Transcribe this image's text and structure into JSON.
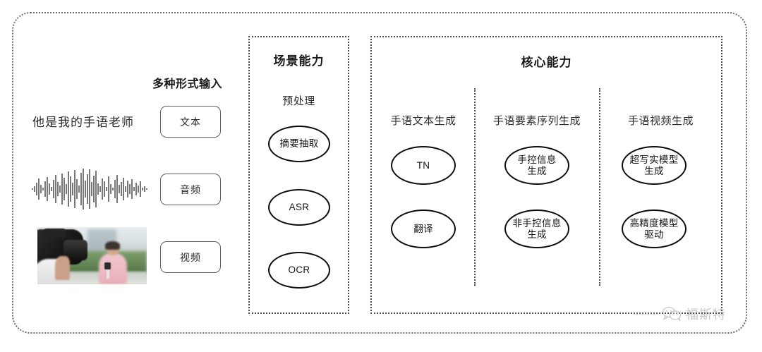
{
  "figure": {
    "watermark": {
      "brand": "福斯特",
      "icon": "wechat-icon"
    }
  },
  "input_section": {
    "heading": "多种形式输入",
    "sample_sentence": "他是我的手语老师",
    "modalities": [
      {
        "label": "文本",
        "media": "text-sample"
      },
      {
        "label": "音频",
        "media": "audio-waveform"
      },
      {
        "label": "视频",
        "media": "video-thumbnail"
      }
    ]
  },
  "scene_panel": {
    "title": "场景能力",
    "groups": [
      {
        "label": "预处理",
        "nodes": [
          "摘要抽取",
          "ASR",
          "OCR"
        ]
      }
    ]
  },
  "core_panel": {
    "title": "核心能力",
    "columns": [
      {
        "label": "手语文本生成",
        "nodes": [
          "TN",
          "翻译"
        ]
      },
      {
        "label": "手语要素序列生成",
        "nodes": [
          "手控信息\n生成",
          "非手控信息\n生成"
        ]
      },
      {
        "label": "手语视频生成",
        "nodes": [
          "超写实模型\n生成",
          "高精度模型\n驱动"
        ]
      }
    ]
  }
}
